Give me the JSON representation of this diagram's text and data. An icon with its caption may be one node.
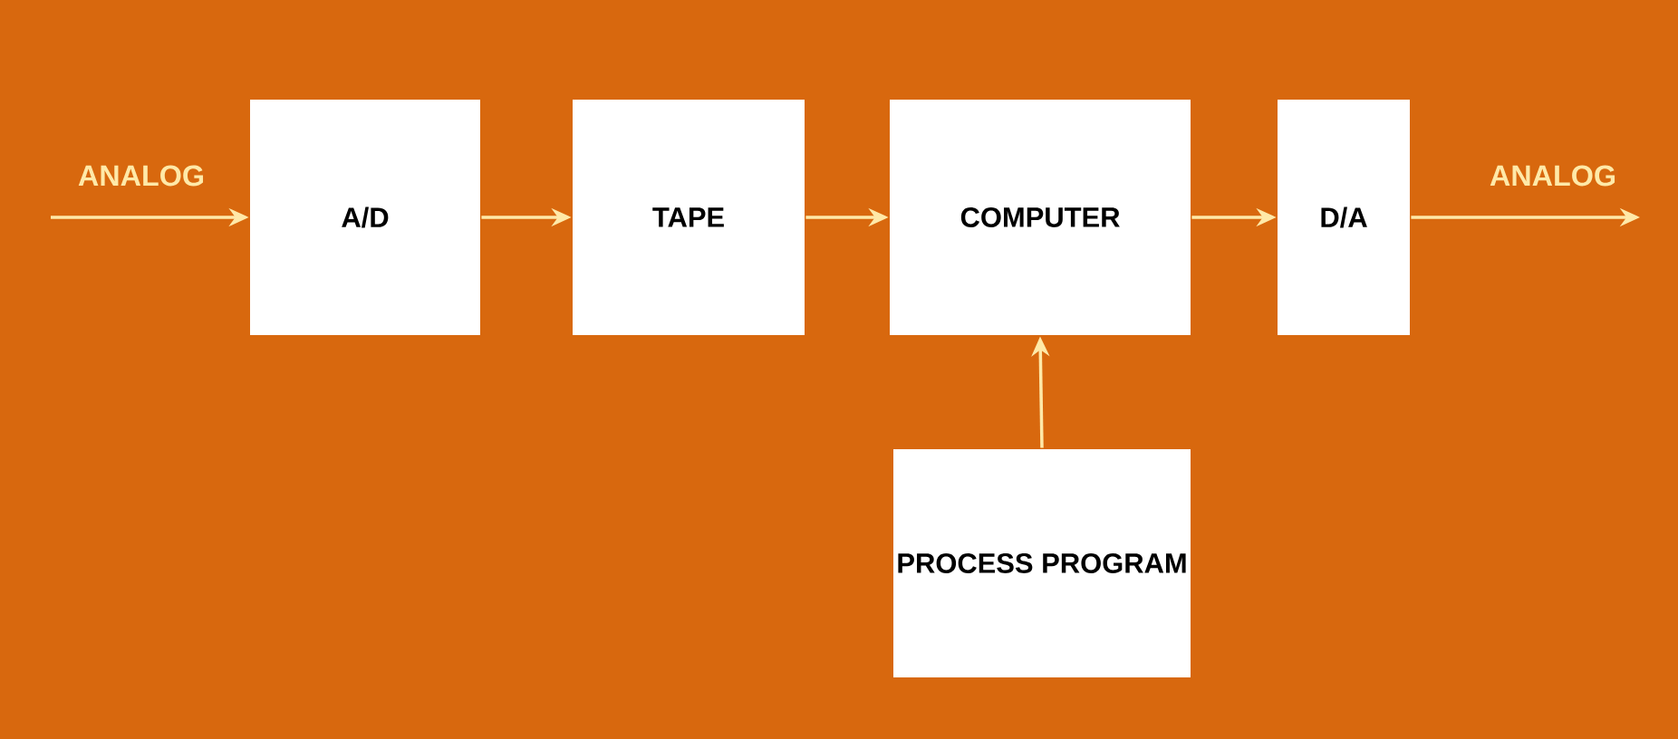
{
  "diagram": {
    "nodes": [
      {
        "text": [
          "A/D"
        ]
      },
      {
        "text": [
          "TAPE"
        ]
      },
      {
        "text": [
          "COMPUTER"
        ]
      },
      {
        "text": [
          "D/A"
        ]
      },
      {
        "text": [
          "PROCESS PROGRAM"
        ]
      }
    ],
    "edges": [
      {
        "from": null,
        "to": 0,
        "arrow": "to",
        "label": "ANALOG"
      },
      {
        "from": 0,
        "to": 1,
        "arrow": "to"
      },
      {
        "from": 1,
        "to": 2,
        "arrow": "to"
      },
      {
        "from": 2,
        "to": 3,
        "arrow": "to"
      },
      {
        "from": 3,
        "to": null,
        "arrow": "to",
        "label": "ANALOG"
      },
      {
        "from": 4,
        "to": 2,
        "arrow": "to"
      }
    ]
  }
}
